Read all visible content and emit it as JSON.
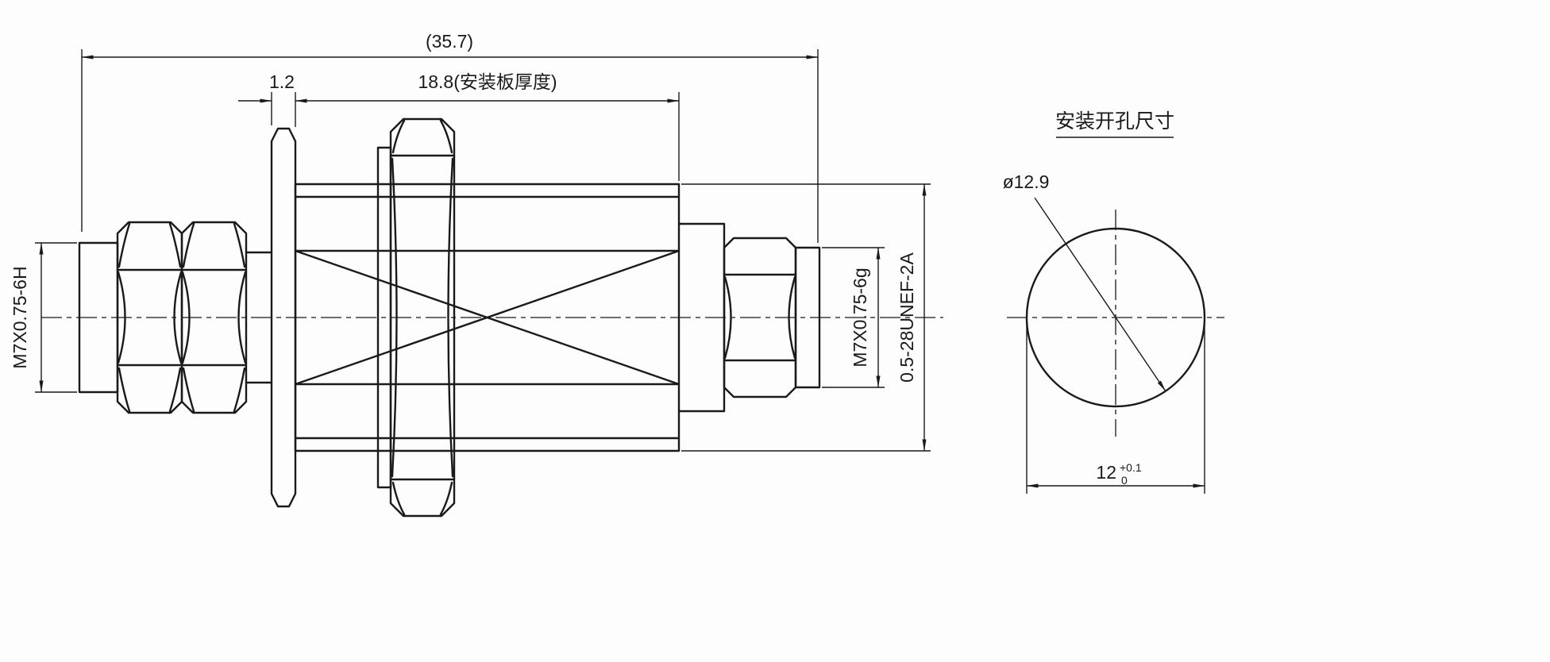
{
  "meta": {
    "background": "#fdfdfd",
    "line_color": "#1a1a1a"
  },
  "side_view": {
    "dim_overall": "(35.7)",
    "dim_washer": "1.2",
    "dim_panel": "18.8(安装板厚度)",
    "thread_left": "M7X0.75-6H",
    "thread_right": "M7X0.75-6g",
    "thread_coupling": "0.5-28UNEF-2A"
  },
  "hole_view": {
    "title": "安装开孔尺寸",
    "dia_label": "ø12.9",
    "width_value": "12",
    "width_tol_upper": "+0.1",
    "width_tol_lower": "0"
  }
}
